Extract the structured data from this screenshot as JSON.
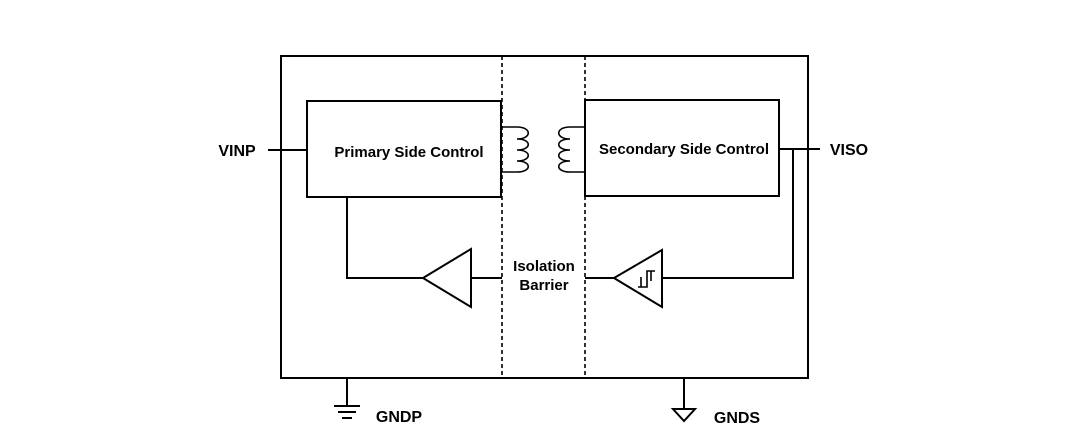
{
  "blocks": {
    "primary": "Primary Side Control",
    "secondary": "Secondary Side Control"
  },
  "barrier": {
    "line1": "Isolation",
    "line2": "Barrier"
  },
  "pins": {
    "vinp": "VINP",
    "viso": "VISO",
    "gndp": "GNDP",
    "gnds": "GNDS"
  }
}
